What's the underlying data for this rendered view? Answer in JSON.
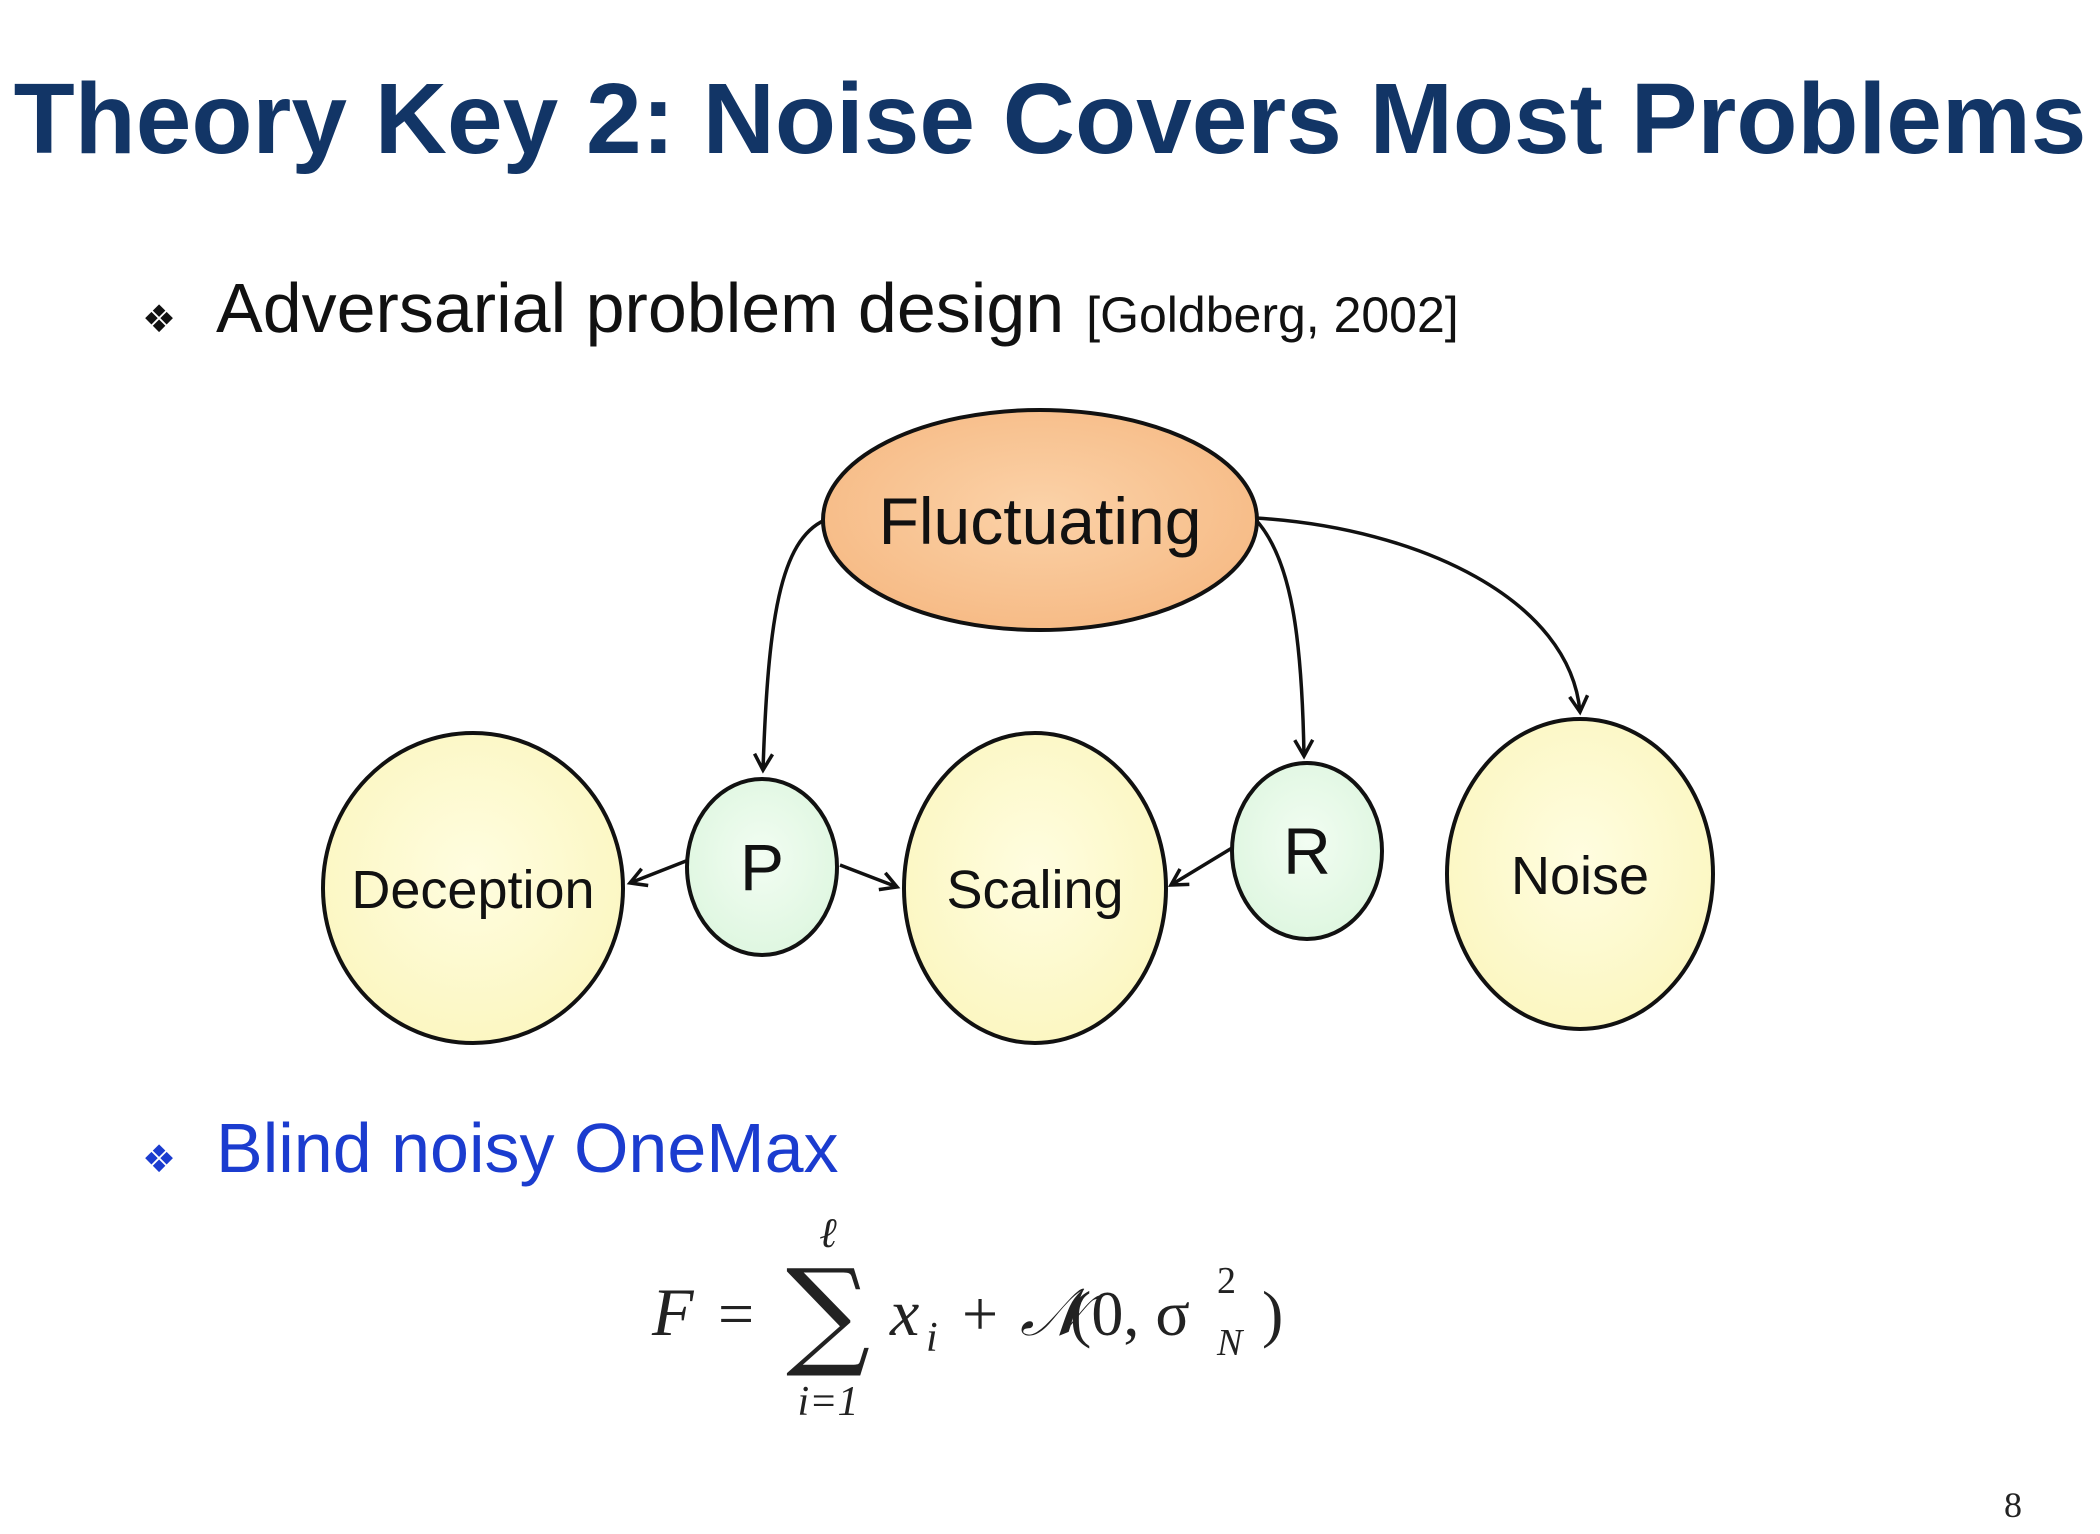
{
  "slide": {
    "title": "Theory Key 2: Noise Covers Most Problems",
    "bullets": [
      {
        "text": "Adversarial problem design",
        "citation": "[Goldberg, 2002]",
        "color": "#111111"
      },
      {
        "text": "Blind noisy OneMax",
        "color": "#1b3ccf"
      }
    ],
    "page_number": "8"
  },
  "diagram": {
    "nodes": [
      {
        "id": "fluctuating",
        "label": "Fluctuating",
        "fill": "#f9c08f"
      },
      {
        "id": "deception",
        "label": "Deception",
        "fill": "#fdfbc8"
      },
      {
        "id": "p",
        "label": "P",
        "fill": "#e6f9e8"
      },
      {
        "id": "scaling",
        "label": "Scaling",
        "fill": "#fdfbc8"
      },
      {
        "id": "r",
        "label": "R",
        "fill": "#e6f9e8"
      },
      {
        "id": "noise",
        "label": "Noise",
        "fill": "#fdfbc8"
      }
    ],
    "edges": [
      {
        "from": "fluctuating",
        "to": "p"
      },
      {
        "from": "fluctuating",
        "to": "r"
      },
      {
        "from": "fluctuating",
        "to": "noise"
      },
      {
        "from": "p",
        "to": "deception"
      },
      {
        "from": "p",
        "to": "scaling"
      },
      {
        "from": "r",
        "to": "scaling"
      }
    ]
  },
  "formula": {
    "lhs": "F",
    "equals": "=",
    "sum_symbol": "∑",
    "sum_upper": "ℓ",
    "sum_lower": "i=1",
    "term_var": "x",
    "term_sub": "i",
    "plus": "+",
    "noise_symbol": "𝒩",
    "noise_args_open": "(0, σ",
    "noise_sup": "2",
    "noise_sub": "N",
    "noise_args_close": ")"
  }
}
